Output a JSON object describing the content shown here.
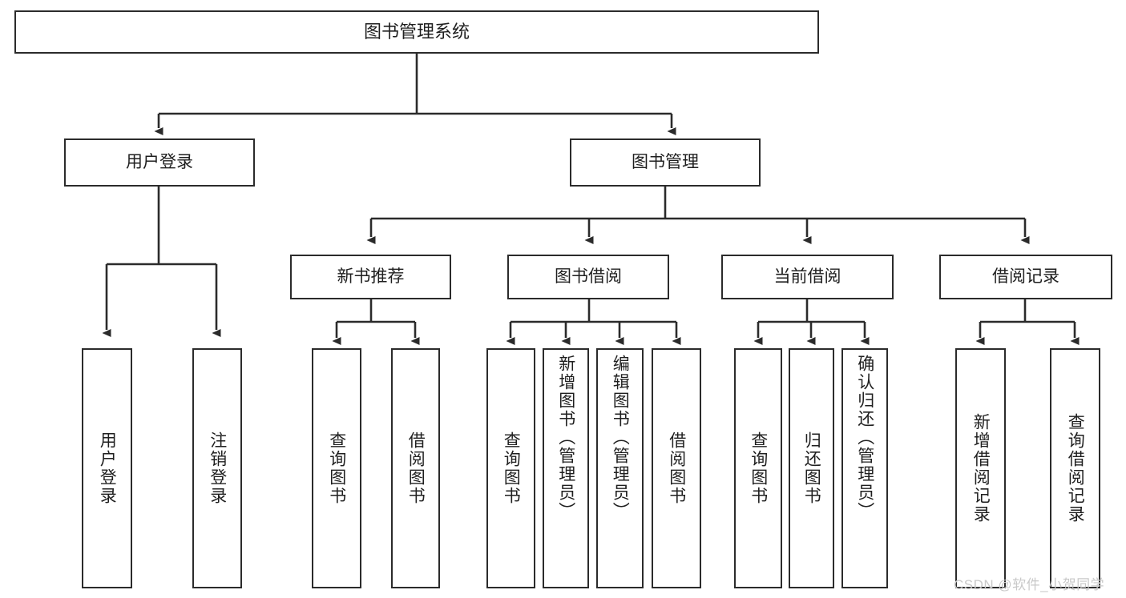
{
  "diagram": {
    "type": "tree-hierarchy-flowchart",
    "title": "图书管理系统",
    "root": {
      "label": "图书管理系统"
    },
    "level2": [
      {
        "label": "用户登录"
      },
      {
        "label": "图书管理"
      }
    ],
    "level3": [
      {
        "label": "新书推荐"
      },
      {
        "label": "图书借阅"
      },
      {
        "label": "当前借阅"
      },
      {
        "label": "借阅记录"
      }
    ],
    "leaves": {
      "user_login": [
        {
          "label": "用户登录"
        },
        {
          "label": "注销登录"
        }
      ],
      "new_book_recommend": [
        {
          "label": "查询图书"
        },
        {
          "label": "借阅图书"
        }
      ],
      "book_borrow": [
        {
          "label": "查询图书"
        },
        {
          "label": "新增图书（管理员）"
        },
        {
          "label": "编辑图书（管理员）"
        },
        {
          "label": "借阅图书"
        }
      ],
      "current_borrow": [
        {
          "label": "查询图书"
        },
        {
          "label": "归还图书"
        },
        {
          "label": "确认归还（管理员）"
        }
      ],
      "borrow_records": [
        {
          "label": "新增借阅记录"
        },
        {
          "label": "查询借阅记录"
        }
      ]
    }
  },
  "watermark": {
    "text": "CSDN @软件_小贺同学"
  },
  "colors": {
    "stroke": "#2b2b2b",
    "text": "#1f1f1f",
    "background": "#ffffff",
    "watermark": "#c9c9c9"
  }
}
